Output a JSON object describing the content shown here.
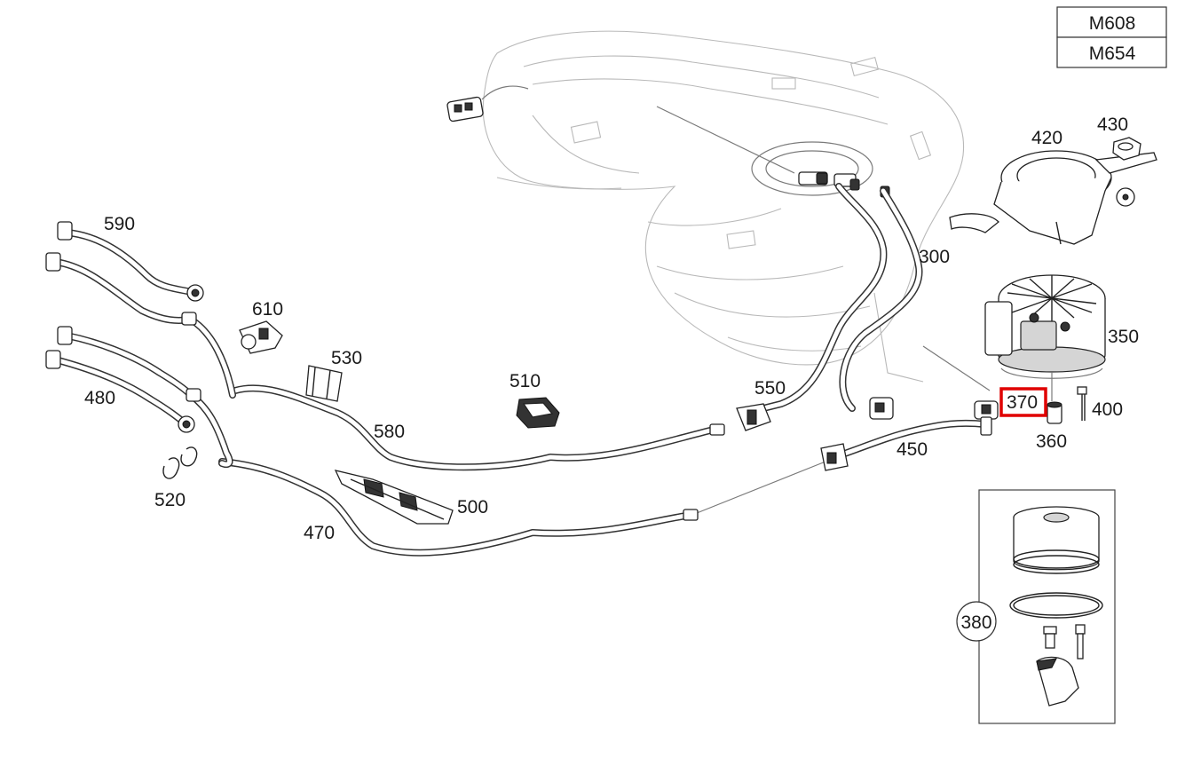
{
  "engine_codes": [
    "M608",
    "M654"
  ],
  "part_labels": {
    "p300": "300",
    "p350": "350",
    "p360": "360",
    "p370": "370",
    "p380": "380",
    "p400": "400",
    "p420": "420",
    "p430": "430",
    "p450": "450",
    "p470": "470",
    "p480": "480",
    "p500": "500",
    "p510": "510",
    "p520": "520",
    "p530": "530",
    "p550": "550",
    "p580": "580",
    "p590": "590",
    "p610": "610"
  },
  "highlighted_part": "370",
  "colors": {
    "highlight": "#e00000",
    "background_tank": "#b9b9b9",
    "linework": "#222222"
  }
}
